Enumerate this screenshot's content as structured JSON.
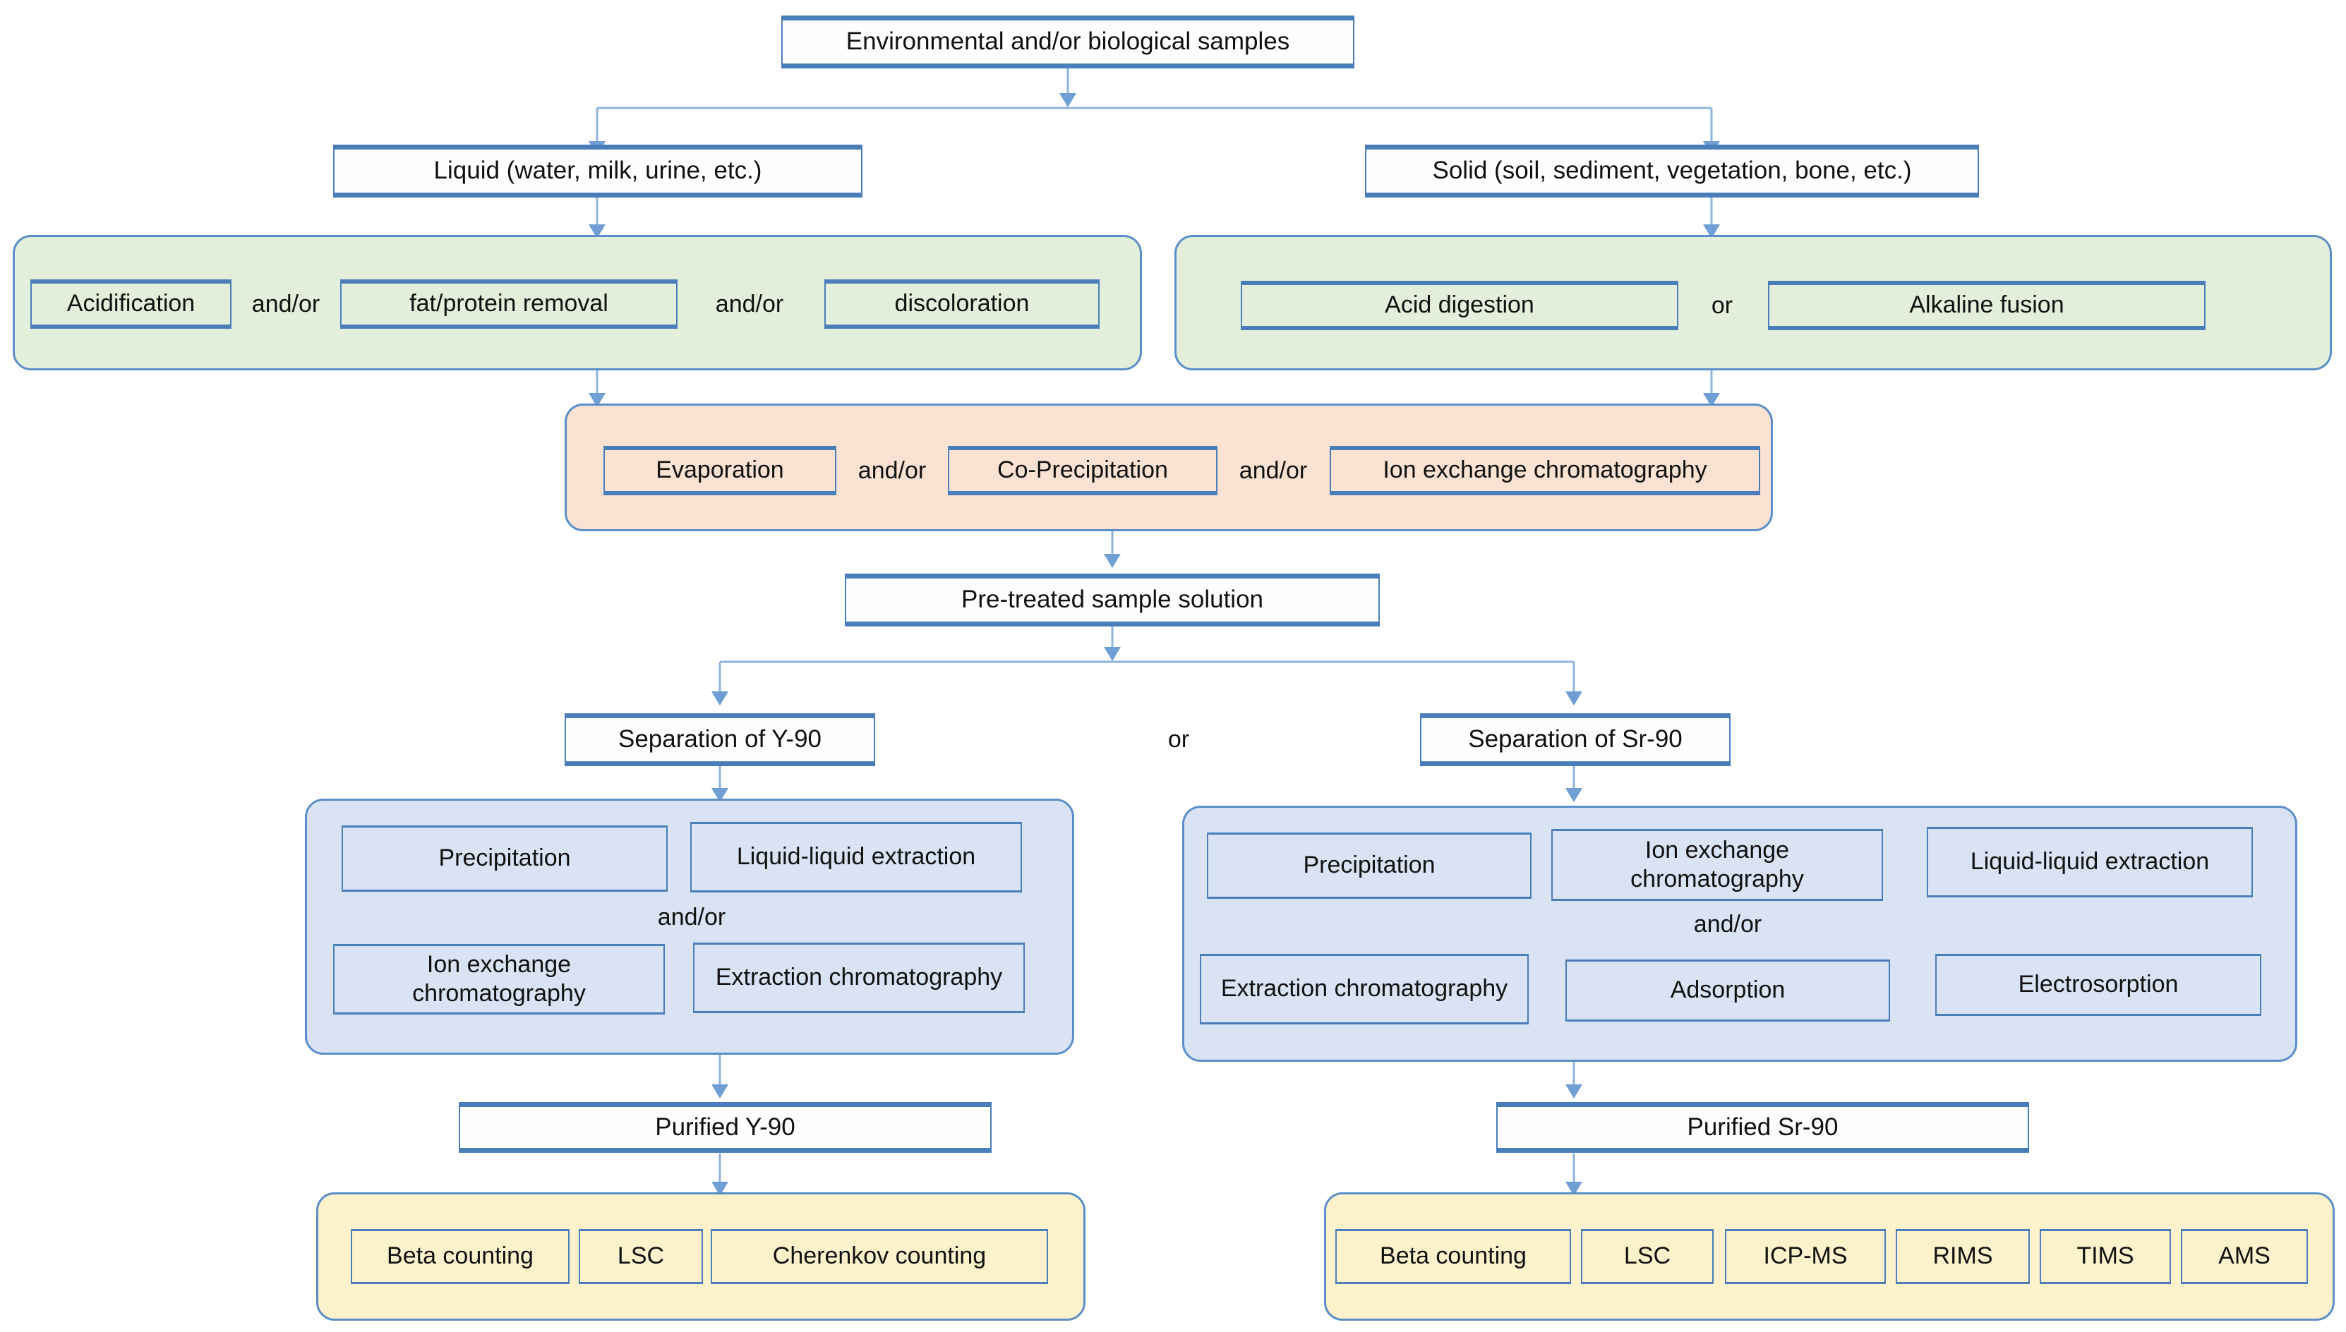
{
  "diagram": {
    "title_box": {
      "label": "Environmental and/or biological samples"
    },
    "sample_types": {
      "liquid": "Liquid (water, milk, urine, etc.)",
      "solid": "Solid (soil, sediment, vegetation, bone, etc.)"
    },
    "liquid_pretreatment": {
      "options": [
        "Acidification",
        "fat/protein removal",
        "discoloration"
      ],
      "connectors": [
        "and/or",
        "and/or"
      ]
    },
    "solid_pretreatment": {
      "options": [
        "Acid digestion",
        "Alkaline fusion"
      ],
      "connectors": [
        "or"
      ]
    },
    "common_pretreatment": {
      "options": [
        "Evaporation",
        "Co-Precipitation",
        "Ion exchange chromatography"
      ],
      "connectors": [
        "and/or",
        "and/or"
      ]
    },
    "pretreated": {
      "label": "Pre-treated sample solution"
    },
    "branch_conjunction": "or",
    "separation_left": {
      "header": "Separation of Y-90",
      "options_row1": [
        "Precipitation",
        "Liquid-liquid extraction"
      ],
      "conjunction": "and/or",
      "options_row2": [
        "Ion exchange chromatography",
        "Extraction chromatography"
      ],
      "purified": "Purified Y-90",
      "measurement": [
        "Beta counting",
        "LSC",
        "Cherenkov counting"
      ]
    },
    "separation_right": {
      "header": "Separation of Sr-90",
      "options_row1": [
        "Precipitation",
        "Ion exchange chromatography",
        "Liquid-liquid extraction"
      ],
      "conjunction": "and/or",
      "options_row2": [
        "Extraction chromatography",
        "Adsorption",
        "Electrosorption"
      ],
      "purified": "Purified Sr-90",
      "measurement": [
        "Beta counting",
        "LSC",
        "ICP-MS",
        "RIMS",
        "TIMS",
        "AMS"
      ]
    },
    "colors": {
      "box_border": "#4a7ebb",
      "connector_line": "#8fb4dd",
      "arrow": "#6f9fd4",
      "group_green": "#e3efda",
      "group_peach": "#fbe2d3",
      "group_blue": "#dae3f3",
      "group_yellow": "#fdf2cc",
      "text": "#111111",
      "background": "#ffffff"
    }
  }
}
